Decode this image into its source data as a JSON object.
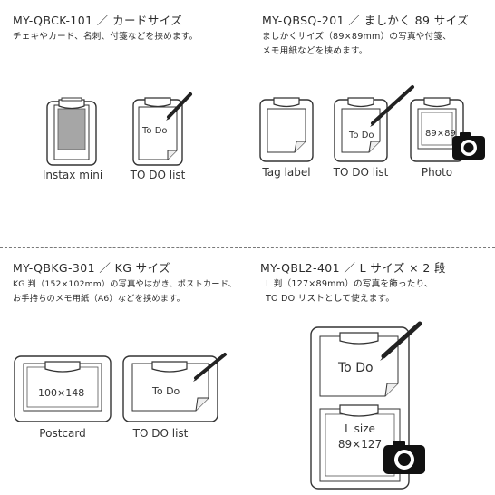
{
  "sections": {
    "qbck": {
      "title": "MY-QBCK-101 ／ カードサイズ",
      "desc": [
        "チェキやカード、名刺、付箋などを挟めます。"
      ],
      "items": [
        {
          "caption": "Instax mini"
        },
        {
          "caption": "TO DO list",
          "note": "To Do"
        }
      ]
    },
    "qbsq": {
      "title": "MY-QBSQ-201 ／ ましかく 89 サイズ",
      "desc": [
        "ましかくサイズ（89×89mm）の写真や付箋、",
        "メモ用紙などを挟めます。"
      ],
      "items": [
        {
          "caption": "Tag label"
        },
        {
          "caption": "TO DO list",
          "note": "To Do"
        },
        {
          "caption": "Photo",
          "photo_size": "89×89"
        }
      ]
    },
    "qbkg": {
      "title": "MY-QBKG-301 ／ KG サイズ",
      "desc": [
        "KG 判（152×102mm）の写真やはがき、ポストカード、",
        "お手持ちのメモ用紙（A6）などを挟めます。"
      ],
      "items": [
        {
          "caption": "Postcard",
          "card_size": "100×148"
        },
        {
          "caption": "TO DO list",
          "note": "To Do"
        }
      ]
    },
    "qbl2": {
      "title": "MY-QBL2-401 ／ L サイズ × 2 段",
      "desc": [
        "L 判（127×89mm）の写真を飾ったり、",
        "TO DO リストとして使えます。"
      ],
      "note": "To Do",
      "photo_label": "L size",
      "photo_size": "89×127"
    }
  }
}
